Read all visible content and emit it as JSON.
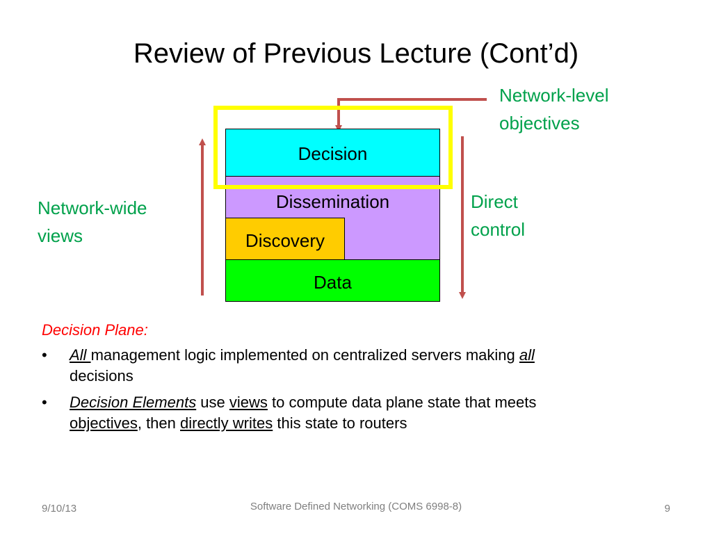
{
  "slide": {
    "title": "Review of Previous Lecture (Cont’d)"
  },
  "diagram": {
    "layers": {
      "decision": "Decision",
      "dissemination": "Dissemination",
      "discovery": "Discovery",
      "data": "Data"
    },
    "labels": {
      "network_level_line1": "Network-level",
      "network_level_line2": "objectives",
      "network_wide_line1": "Network-wide",
      "network_wide_line2": "views",
      "direct_control_line1": "Direct",
      "direct_control_line2": "control"
    },
    "colors": {
      "decision": "#00ffff",
      "dissemination": "#cc99ff",
      "discovery": "#ffcc00",
      "data": "#00ff00",
      "highlight": "#ffff00",
      "arrow": "#c0504d",
      "label": "#00a14b"
    }
  },
  "content": {
    "heading": "Decision Plane:",
    "bullet1": {
      "all_1": "All ",
      "text_1": "management logic implemented on centralized servers making ",
      "all_2": "all",
      "text_2": "decisions"
    },
    "bullet2": {
      "decision_elements": "Decision Elements",
      "use": " use ",
      "views": "views",
      "text_1": " to compute data plane state that meets",
      "objectives": "objectives",
      "then": ", then ",
      "directly_writes": "directly writes",
      "text_2": " this state to routers"
    }
  },
  "footer": {
    "date": "9/10/13",
    "course": "Software Defined Networking (COMS 6998-8)",
    "page": "9"
  }
}
